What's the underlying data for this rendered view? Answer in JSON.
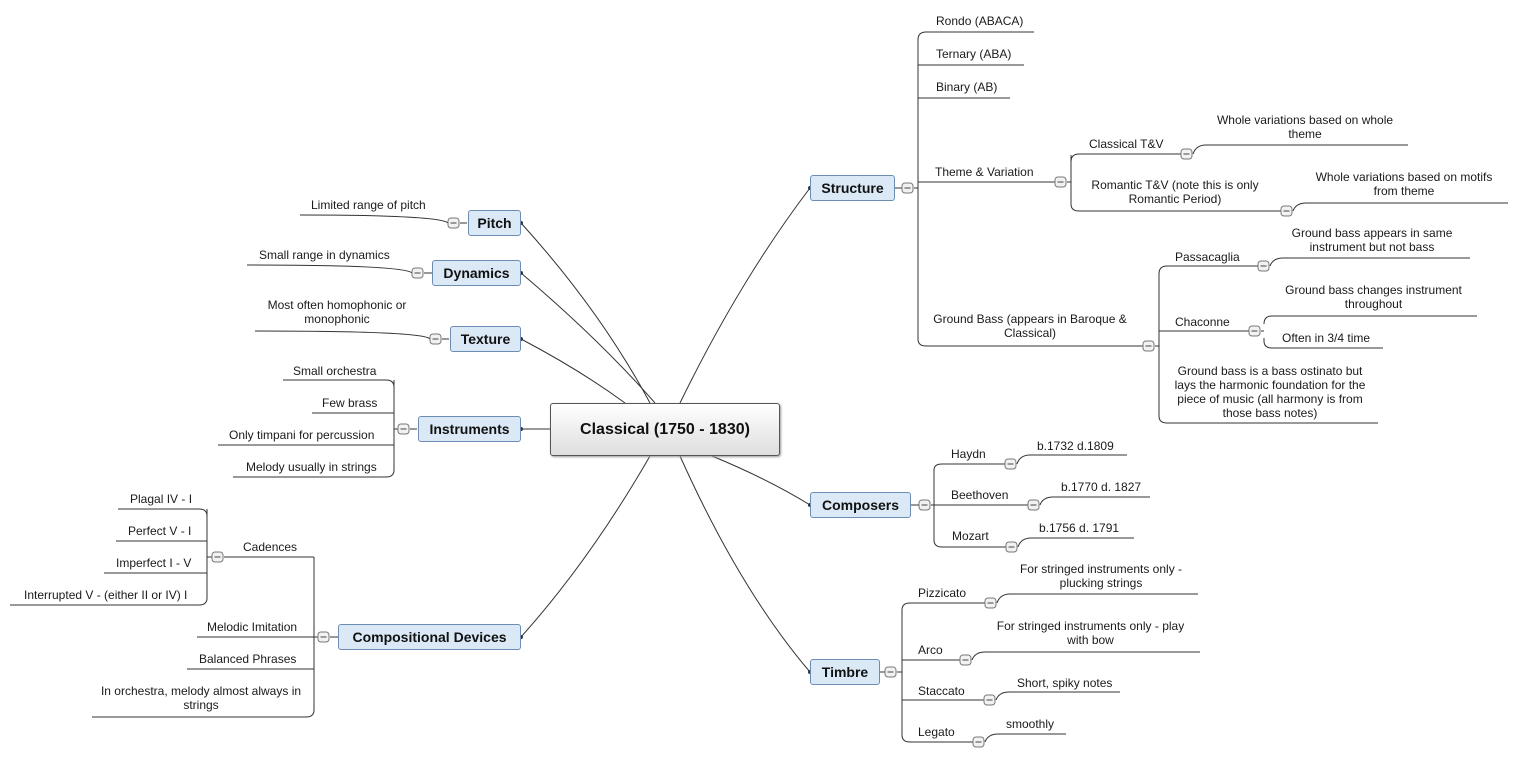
{
  "central": "Classical (1750 - 1830)",
  "topics": {
    "pitch": {
      "label": "Pitch",
      "items": [
        "Limited range of pitch"
      ]
    },
    "dynamics": {
      "label": "Dynamics",
      "items": [
        "Small range in dynamics"
      ]
    },
    "texture": {
      "label": "Texture",
      "items": [
        "Most often homophonic or monophonic"
      ]
    },
    "instruments": {
      "label": "Instruments",
      "items": [
        "Small orchestra",
        "Few brass",
        "Only timpani for percussion",
        "Melody usually in strings"
      ]
    },
    "compositional": {
      "label": "Compositional Devices",
      "cadences": {
        "label": "Cadences",
        "items": [
          "Plagal IV - I",
          "Perfect V - I",
          "Imperfect I - V",
          "Interrupted V - (either II or IV) I"
        ]
      },
      "items": [
        "Melodic Imitation",
        "Balanced Phrases",
        "In orchestra, melody almost always in strings"
      ]
    },
    "structure": {
      "label": "Structure",
      "forms": [
        "Rondo (ABACA)",
        "Ternary (ABA)",
        "Binary (AB)"
      ],
      "theme_variation": {
        "label": "Theme & Variation",
        "classical": {
          "label": "Classical T&V",
          "detail": "Whole variations based on whole theme"
        },
        "romantic": {
          "label": "Romantic T&V (note this is only Romantic Period)",
          "detail": "Whole variations based on motifs from theme"
        }
      },
      "ground_bass": {
        "label": "Ground Bass (appears in Baroque & Classical)",
        "passacaglia": {
          "label": "Passacaglia",
          "detail": "Ground bass appears in same instrument but not bass"
        },
        "chaconne": {
          "label": "Chaconne",
          "details": [
            "Ground bass changes instrument throughout",
            "Often in 3/4 time"
          ]
        },
        "note": "Ground bass is a bass ostinato but lays the harmonic foundation for the piece of music (all harmony is from those bass notes)"
      }
    },
    "composers": {
      "label": "Composers",
      "people": [
        {
          "name": "Haydn",
          "dates": "b.1732 d.1809"
        },
        {
          "name": "Beethoven",
          "dates": "b.1770 d. 1827"
        },
        {
          "name": "Mozart",
          "dates": "b.1756 d. 1791"
        }
      ]
    },
    "timbre": {
      "label": "Timbre",
      "techniques": [
        {
          "name": "Pizzicato",
          "detail": "For stringed instruments only - plucking strings"
        },
        {
          "name": "Arco",
          "detail": "For stringed instruments only - play with bow"
        },
        {
          "name": "Staccato",
          "detail": "Short, spiky notes"
        },
        {
          "name": "Legato",
          "detail": "smoothly"
        }
      ]
    }
  }
}
